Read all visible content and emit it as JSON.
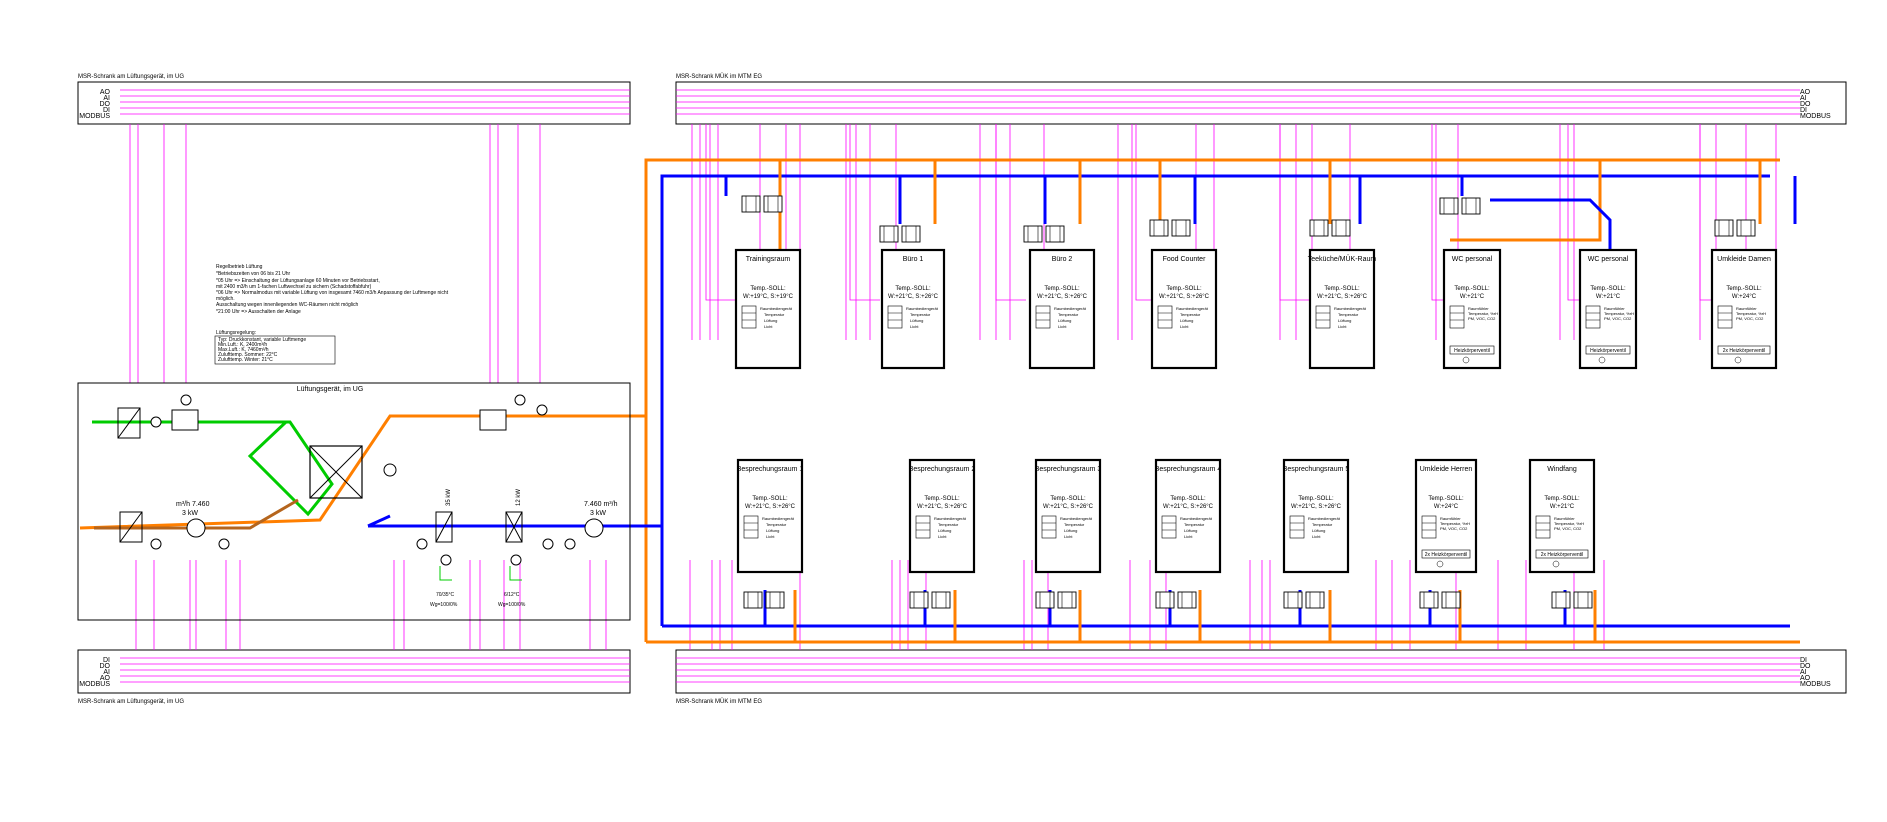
{
  "cabinets": {
    "top_left_title": "MSR-Schrank am Lüftungsgerät, im UG",
    "top_right_title": "MSR-Schrank MÜK im MTM EG",
    "bottom_left_title": "MSR-Schrank am Lüftungsgerät, im UG",
    "bottom_right_title": "MSR-Schrank MÜK im MTM EG",
    "top_rows": [
      "AO",
      "AI",
      "DO",
      "DI",
      "MODBUS"
    ],
    "bottom_rows": [
      "DI",
      "DO",
      "AI",
      "AO",
      "MODBUS"
    ]
  },
  "ahu": {
    "title": "Lüftungsgerät, im UG",
    "fan_left_flow": "m³/h 7.460",
    "fan_left_power": "3 kW",
    "fan_right_flow": "7.460 m³/h",
    "fan_right_power": "3 kW",
    "heater_power": "35 kW",
    "cooler_power": "12 kW",
    "heater_temp": "70/35°C",
    "cooler_temp": "6/12°C",
    "heater_mix": "Wg=100/0%",
    "cooler_mix": "Wg=100/0%"
  },
  "notes": {
    "regelbetrieb": [
      "Regelbetrieb Lüftung",
      "*Betriebszeiten von 06 bis 21 Uhr",
      "*05 Uhr => Einschaltung der Lüftungsanlage 60 Minuten vor Betriebsstart,",
      "mit 2400 m3/h um 1-fachen Luftwechsel zu sichern (Schadstoffabfuhr)",
      "*06 Uhr => Normalmodus mit variable Lüftung von insgesamt 7460 m3/h Anpassung der Luftmenge nicht",
      "möglich.",
      "Ausschaltung wegen innenliegenden WC-Räumen nicht möglich",
      "*21:00 Uhr => Ausschalten der Anlage"
    ],
    "lueftungsregelung": [
      "Lüftungsregelung:",
      "Typ: Druckkonstant, variable Luftmenge",
      "Min.Luft.: K, 2400m³/h",
      "Max.Luft.: K, 7460m³/h",
      "Zulufttemp. Sommer: 22°C",
      "Zulufttemp. Winter: 21°C"
    ]
  },
  "rooms_top": [
    {
      "name": "Trainingsraum",
      "temp_label": "Temp.-SOLL:",
      "temp_value": "W:+19°C, S:+19°C"
    },
    {
      "name": "Büro 1",
      "temp_label": "Temp.-SOLL:",
      "temp_value": "W:+21°C, S:+26°C"
    },
    {
      "name": "Büro 2",
      "temp_label": "Temp.-SOLL:",
      "temp_value": "W:+21°C, S:+26°C"
    },
    {
      "name": "Food Counter",
      "temp_label": "Temp.-SOLL:",
      "temp_value": "W:+21°C, S:+26°C"
    },
    {
      "name": "Teeküche/MÜK-Raum",
      "temp_label": "Temp.-SOLL:",
      "temp_value": "W:+21°C, S:+26°C"
    },
    {
      "name": "WC personal",
      "temp_label": "Temp.-SOLL:",
      "temp_value": "W:+21°C"
    },
    {
      "name": "WC personal",
      "temp_label": "Temp.-SOLL:",
      "temp_value": "W:+21°C"
    },
    {
      "name": "Umkleide Damen",
      "temp_label": "Temp.-SOLL:",
      "temp_value": "W:+24°C"
    }
  ],
  "rooms_bottom": [
    {
      "name": "Besprechungsraum 1",
      "temp_label": "Temp.-SOLL:",
      "temp_value": "W:+21°C, S:+26°C"
    },
    {
      "name": "Besprechungsraum 2",
      "temp_label": "Temp.-SOLL:",
      "temp_value": "W:+21°C, S:+26°C"
    },
    {
      "name": "Besprechungsraum 3",
      "temp_label": "Temp.-SOLL:",
      "temp_value": "W:+21°C, S:+26°C"
    },
    {
      "name": "Besprechungsraum 4",
      "temp_label": "Temp.-SOLL:",
      "temp_value": "W:+21°C, S:+26°C"
    },
    {
      "name": "Besprechungsraum 5",
      "temp_label": "Temp.-SOLL:",
      "temp_value": "W:+21°C, S:+26°C"
    },
    {
      "name": "Umkleide Herren",
      "temp_label": "Temp.-SOLL:",
      "temp_value": "W:+24°C"
    },
    {
      "name": "Windfang",
      "temp_label": "Temp.-SOLL:",
      "temp_value": "W:+21°C"
    }
  ],
  "room_device": {
    "title": "Raumbediengerät",
    "items": [
      "Temperatur",
      "Lüftung",
      "Licht"
    ]
  },
  "room_sensor": {
    "title": "Raumfühler",
    "items": [
      "Temperatur, %rH",
      "PM, VOC, CO2"
    ]
  },
  "valve_label": "Heizkörperventil",
  "valve_label_2x": "2x Heizkörperventil",
  "colors": {
    "supply": "#0000ff",
    "extract": "#ff7f00",
    "outdoor": "#00cc00",
    "exhaust": "#b5651d",
    "signal": "#ff00ff",
    "frame": "#000000"
  }
}
